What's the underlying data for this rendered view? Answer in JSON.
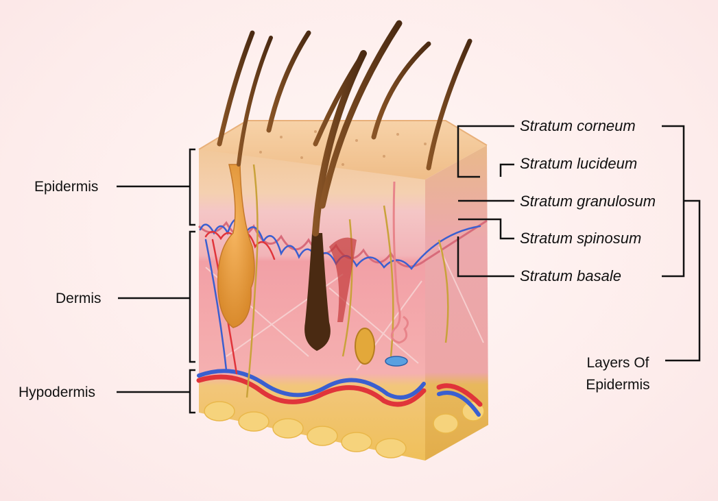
{
  "labels": {
    "epidermis": "Epidermis",
    "dermis": "Dermis",
    "hypodermis": "Hypodermis",
    "stratum_corneum": "Stratum corneum",
    "stratum_lucideum": "Stratum lucideum",
    "stratum_granulosum": "Stratum granulosum",
    "stratum_spinosum": "Stratum spinosum",
    "stratum_basale": "Stratum basale",
    "layers_of_epidermis_line1": "Layers Of",
    "layers_of_epidermis_line2": "Epidermis"
  },
  "colors": {
    "background": "#fdeceb",
    "stratum_corneum": "#f3c795",
    "epidermis_lower": "#f2c0c0",
    "dermis": "#f4a9a9",
    "hypodermis": "#f6cf6a",
    "artery": "#e0343a",
    "vein": "#3a5fd0",
    "nerve": "#c9a23a",
    "hair": "#6b3f1e",
    "label_lines": "#111111"
  }
}
